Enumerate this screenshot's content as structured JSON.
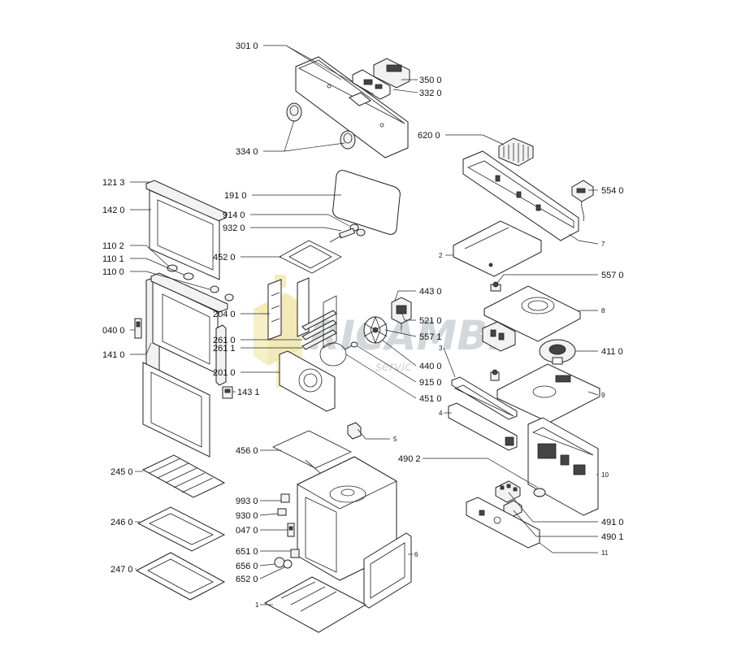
{
  "watermark": {
    "brand": "RICAMBI",
    "tagline": "servic"
  },
  "labels": [
    {
      "id": "l3010",
      "text": "301 0"
    },
    {
      "id": "l3500",
      "text": "350 0"
    },
    {
      "id": "l3320",
      "text": "332 0"
    },
    {
      "id": "l3340",
      "text": "334 0"
    },
    {
      "id": "l6200",
      "text": "620 0"
    },
    {
      "id": "l1213",
      "text": "121 3"
    },
    {
      "id": "l1910",
      "text": "191 0"
    },
    {
      "id": "l5540",
      "text": "554 0"
    },
    {
      "id": "l1420",
      "text": "142 0"
    },
    {
      "id": "l9140",
      "text": "914 0"
    },
    {
      "id": "l9320",
      "text": "932 0"
    },
    {
      "id": "l7",
      "text": "7"
    },
    {
      "id": "l2",
      "text": "2"
    },
    {
      "id": "l1102",
      "text": "110 2"
    },
    {
      "id": "l1101",
      "text": "110 1"
    },
    {
      "id": "l4520",
      "text": "452 0"
    },
    {
      "id": "l1100",
      "text": "110 0"
    },
    {
      "id": "l5570",
      "text": "557 0"
    },
    {
      "id": "l4430",
      "text": "443 0"
    },
    {
      "id": "l8",
      "text": "8"
    },
    {
      "id": "l2040",
      "text": "204 0"
    },
    {
      "id": "l5210",
      "text": "521 0"
    },
    {
      "id": "l0400",
      "text": "040 0"
    },
    {
      "id": "l5571",
      "text": "557 1"
    },
    {
      "id": "l2610",
      "text": "261 0"
    },
    {
      "id": "l2611",
      "text": "261 1"
    },
    {
      "id": "l4110",
      "text": "411 0"
    },
    {
      "id": "l1410",
      "text": "141 0"
    },
    {
      "id": "l3",
      "text": "3"
    },
    {
      "id": "l4400",
      "text": "440 0"
    },
    {
      "id": "l2010",
      "text": "201 0"
    },
    {
      "id": "l9150",
      "text": "915 0"
    },
    {
      "id": "l1431",
      "text": "143 1"
    },
    {
      "id": "l9",
      "text": "9"
    },
    {
      "id": "l4510",
      "text": "451 0"
    },
    {
      "id": "l4",
      "text": "4"
    },
    {
      "id": "l5",
      "text": "5"
    },
    {
      "id": "l4560",
      "text": "456 0"
    },
    {
      "id": "l4902",
      "text": "490 2"
    },
    {
      "id": "l2450",
      "text": "245 0"
    },
    {
      "id": "l10",
      "text": "10"
    },
    {
      "id": "l9930",
      "text": "993 0"
    },
    {
      "id": "l9300",
      "text": "930 0"
    },
    {
      "id": "l4910",
      "text": "491 0"
    },
    {
      "id": "l2460",
      "text": "246 0"
    },
    {
      "id": "l0470",
      "text": "047 0"
    },
    {
      "id": "l4901",
      "text": "490 1"
    },
    {
      "id": "l6510",
      "text": "651 0"
    },
    {
      "id": "l6",
      "text": "6"
    },
    {
      "id": "l11",
      "text": "11"
    },
    {
      "id": "l6560",
      "text": "656 0"
    },
    {
      "id": "l2470",
      "text": "247 0"
    },
    {
      "id": "l6520",
      "text": "652 0"
    },
    {
      "id": "l1",
      "text": "1"
    }
  ]
}
